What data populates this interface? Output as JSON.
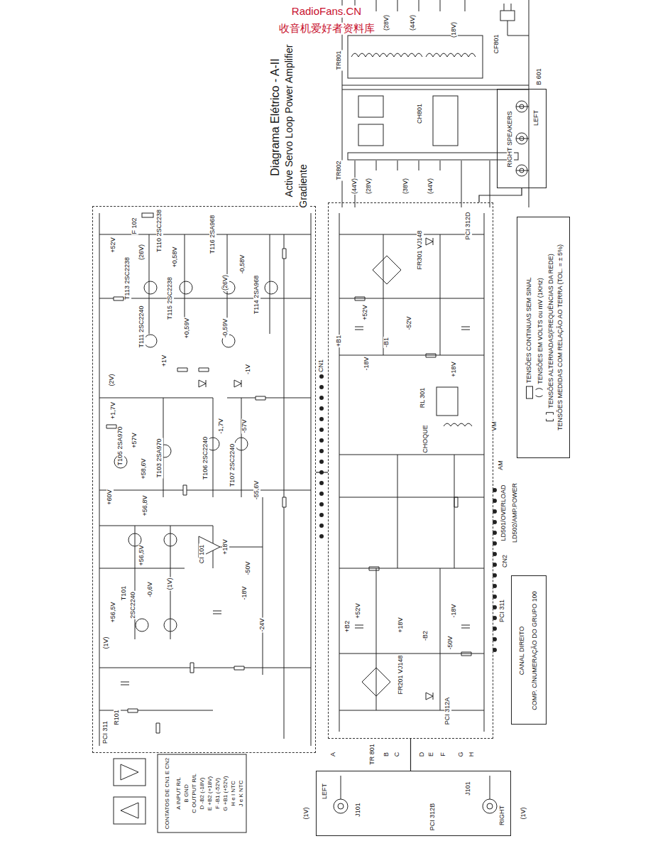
{
  "diagram": {
    "title": "Diagrama Elétrico - A-II",
    "nodes": [
      {
        "text": [
          "PCI 311"
        ]
      },
      {
        "text": [
          "PCI 312A"
        ]
      },
      {
        "text": [
          "LEFT",
          "RIGHT"
        ]
      },
      {
        "text": [
          "RIGHT SPEAKERS",
          "LEFT"
        ]
      },
      {
        "text": [
          "CANAL DIREITO",
          "COMP. C/NUMERAÇÃO DO GRUPO 100"
        ]
      }
    ],
    "edges": [
      {
        "from": 2,
        "to": 1,
        "arrow": "none"
      },
      {
        "from": 1,
        "to": 0,
        "arrow": "none"
      },
      {
        "from": 1,
        "to": 3,
        "arrow": "none"
      }
    ],
    "labels": [
      "RadioFans.CN",
      "收音机爱好者资料库",
      "Active Servo Loop Power Amplifier",
      "Gradiente",
      "TR801",
      "(28V)",
      "(44V)",
      "(18V)",
      "CF801",
      "CH801",
      "TR802",
      "(44V)",
      "(28V)",
      "(38V)",
      "(44V)",
      "B 601",
      "PCI 312D",
      "LD501/OVERLOAD",
      "LD502/AMP.POWER",
      "VM",
      "AM",
      "F 102",
      "+52V",
      "(26V)",
      "T110 2SC2238",
      "+0,58V",
      "T116 2SA968",
      "-0,58V",
      "(26V)",
      "T113 2SC2238",
      "T114 2SA968",
      "T115 2SC2238",
      "+0,59V",
      "-0,59V",
      "T111 2SC2240",
      "+1V",
      "-1V",
      "(2V)",
      "+1,7V",
      "-1,7V",
      "-57V",
      "+57V",
      "T105 2SA970",
      "T103 2SA970",
      "+58,6V",
      "T106 2SC2240",
      "T107 2SC2240",
      "-55,6V",
      "+60V",
      "+56,8V",
      "+18V",
      "CI 101",
      "+56,5V",
      "-50V",
      "(1V)",
      "-0,6V",
      "-18V",
      "T101",
      "2SC2240",
      "+56,5V",
      "-24V",
      "(1V)",
      "R101",
      "PCI 311",
      "CN1",
      "FR301 VJ148",
      "+52V",
      "-52V",
      "+B1",
      "-B1",
      "-18V",
      "+18V",
      "RL 301",
      "CHOQUE",
      "CN2",
      "+52V",
      "+B2",
      "+18V",
      "-B2",
      "-18V",
      "-50V",
      "FR201 VJ148",
      "TR 801",
      "A",
      "B",
      "C",
      "D",
      "E",
      "F",
      "G",
      "H",
      "(1V)",
      "(1V)",
      "J101",
      "J101",
      "PCI 312B",
      "CONTATOS DE CN1 E CN2",
      "A INPUT R/L",
      "B GND",
      "C OUTPUT R/L",
      "D -B2 (-18V)",
      "E +B2 (+18V)",
      "F -B1 (-52V)",
      "G +B1 (+52V)",
      "H e I NTC",
      "J e K NTC",
      "TENSÕES MEDIDAS COM RELAÇÃO AO TERRA (TOL. = ± 5%)"
    ],
    "legend": [
      {
        "text": "TENSÕES CONTINUAS SEM SINAL"
      },
      {
        "text": "TENSÕES EM VOLTS ou mV (1KHz)"
      },
      {
        "text": "TENSÕES ALTERNADAS(FREQUÊNCIAS DA REDE)"
      }
    ]
  }
}
